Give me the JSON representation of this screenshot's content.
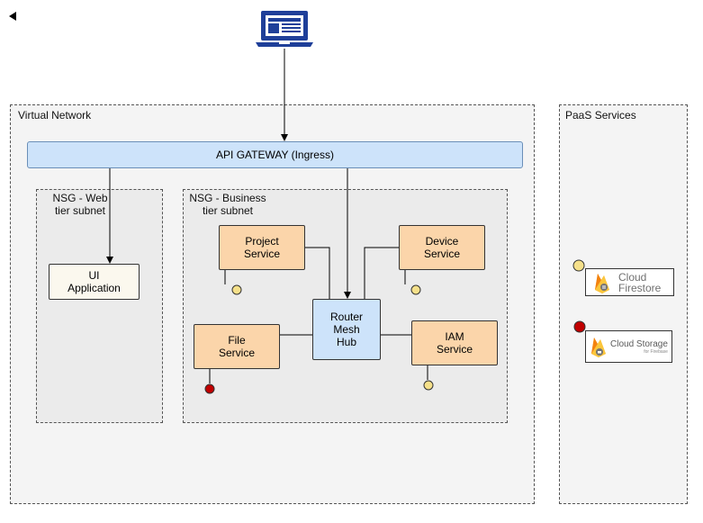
{
  "zones": {
    "virtual_network": "Virtual Network",
    "paas_services": "PaaS Services",
    "nsg_web": "NSG - Web\ntier subnet",
    "nsg_business": "NSG - Business\ntier subnet"
  },
  "nodes": {
    "api_gateway": "API GATEWAY (Ingress)",
    "ui_application": "UI\nApplication",
    "project_service": "Project\nService",
    "device_service": "Device\nService",
    "router_hub": "Router\nMesh\nHub",
    "file_service": "File\nService",
    "iam_service": "IAM\nService"
  },
  "paas": {
    "firestore_line1": "Cloud",
    "firestore_line2": "Firestore",
    "storage_label": "Cloud Storage",
    "storage_sub": "for Firebase"
  },
  "colors": {
    "service_fill": "#fbd5aa",
    "hub_fill": "#cde3fa",
    "status_yellow": "#f5e08a",
    "status_red": "#c00000",
    "client_blue": "#1f3f99"
  },
  "icons": {
    "client": "laptop-icon",
    "back": "back-arrow-icon",
    "firebase": "firebase-flame-icon"
  }
}
